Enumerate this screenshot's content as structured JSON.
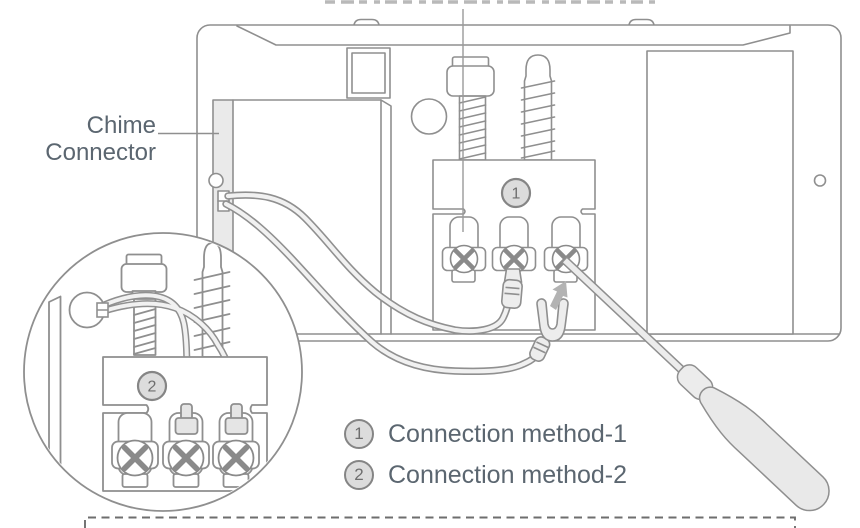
{
  "labels": {
    "chime_connector": {
      "line1": "Chime",
      "line2": "Connector"
    }
  },
  "legend": {
    "items": [
      {
        "number": "1",
        "label": "Connection method-1"
      },
      {
        "number": "2",
        "label": "Connection method-2"
      }
    ]
  },
  "diagram": {
    "callouts": {
      "method1": "1",
      "method2": "2"
    }
  },
  "colors": {
    "label_text": "#5b6670",
    "line_art": "#8f8f8f",
    "badge_fill": "#dcdcdc",
    "badge_ring": "#858585",
    "light_fill": "#ececec",
    "arrow": "#b3b3b3"
  }
}
